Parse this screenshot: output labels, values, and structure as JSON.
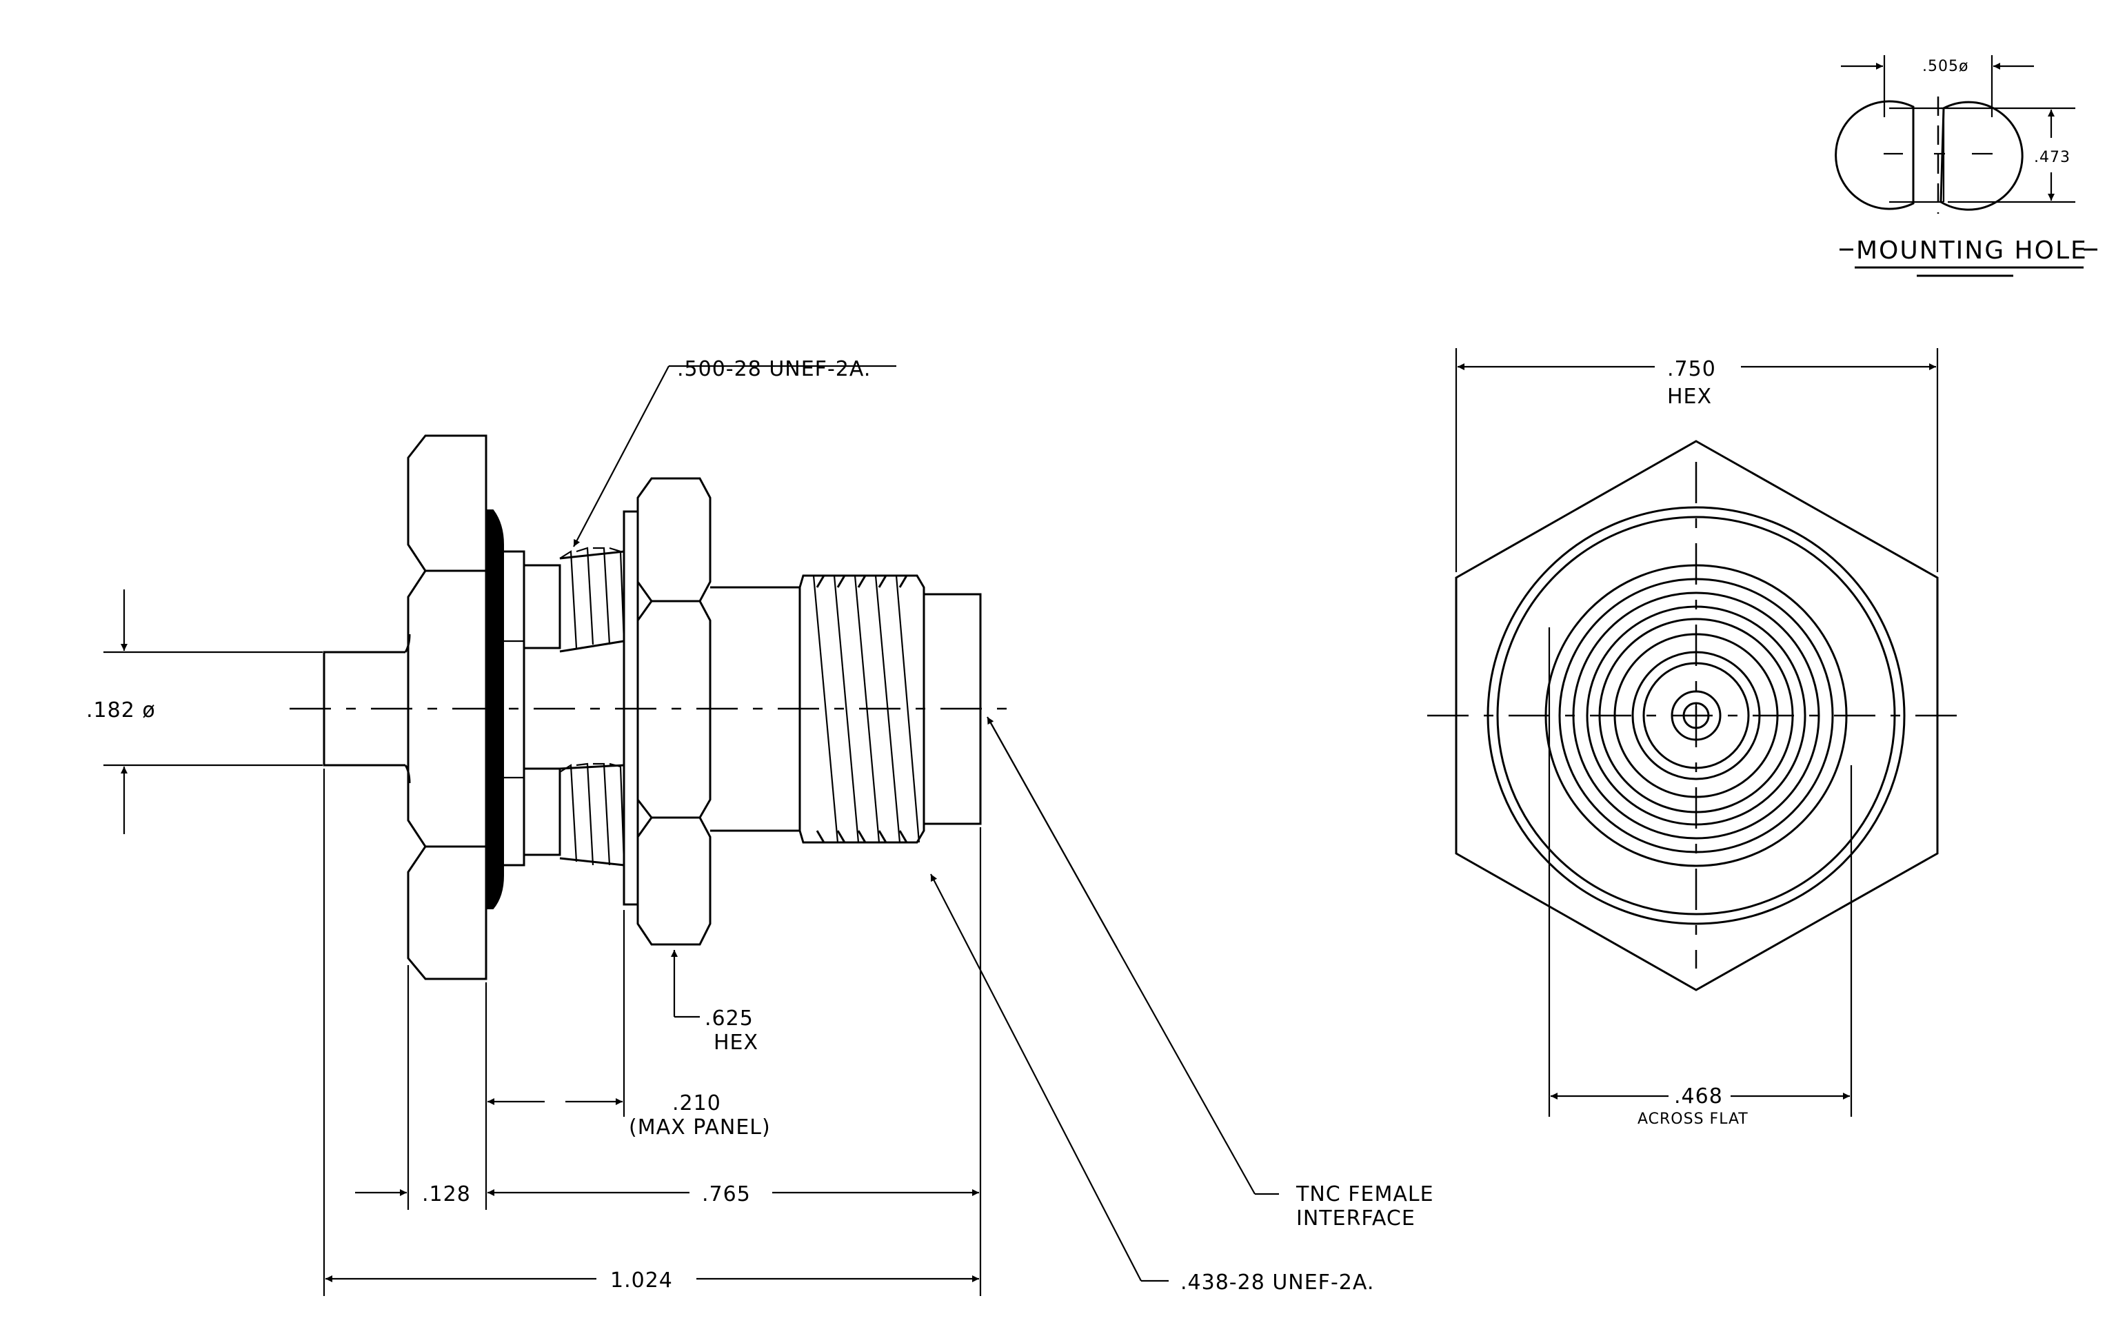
{
  "dimensions": {
    "mount_dia": ".505ø",
    "mount_flat": ".473",
    "mounting_hole": "MOUNTING HOLE",
    "thread_large": ".500-28 UNEF-2A.",
    "hex_large_value": ".750",
    "hex_large_unit": "HEX",
    "pin_dia": ".182 ø",
    "hex_nut_value": ".625",
    "hex_nut_unit": "HEX",
    "panel_value": ".210",
    "panel_note": "(MAX PANEL)",
    "flange": ".128",
    "body": ".765",
    "overall": "1.024",
    "interface_line1": "TNC FEMALE",
    "interface_line2": "INTERFACE",
    "thread_small": ".438-28 UNEF-2A.",
    "flat_value": ".468",
    "flat_note": "ACROSS FLAT"
  },
  "colors": {
    "line": "#000000",
    "background": "#ffffff"
  }
}
